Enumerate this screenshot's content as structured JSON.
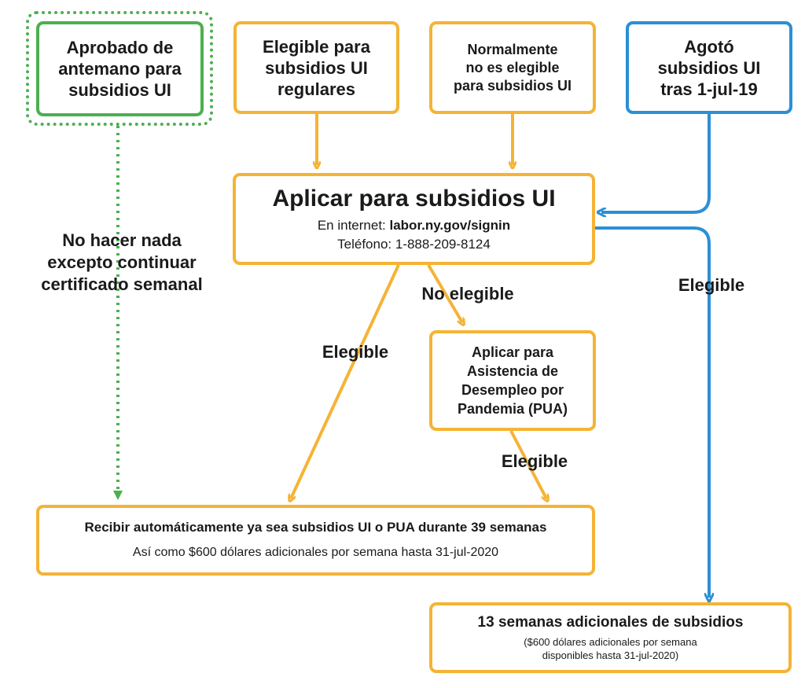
{
  "boxes": {
    "preapproved": "Aprobado de\nantemano para\nsubsidios UI",
    "eligible_regular": "Elegible para\nsubsidios UI\nregulares",
    "normally_not": "Normalmente\nno es elegible\npara subsidios UI",
    "exhausted": "Agotó\nsubsidios UI\ntras 1-jul-19",
    "apply": {
      "title": "Aplicar para subsidios UI",
      "internet_label": "En internet: ",
      "internet_value": "labor.ny.gov/signin",
      "phone": "Teléfono: 1-888-209-8124"
    },
    "pua": "Aplicar para\nAsistencia de\nDesempleo por\nPandemia (PUA)",
    "receive": {
      "title": "Recibir automáticamente ya sea subsidios UI o PUA durante 39 semanas",
      "subtitle": "Así como $600 dólares adicionales por semana hasta 31-jul-2020"
    },
    "extra": {
      "title": "13 semanas adicionales de subsidios",
      "subtitle": "($600 dólares adicionales por semana\ndisponibles hasta 31-jul-2020)"
    }
  },
  "labels": {
    "do_nothing": "No hacer nada\nexcepto continuar\ncertificado semanal",
    "eligible_left": "Elegible",
    "not_eligible": "No elegible",
    "eligible_pua": "Elegible",
    "eligible_right": "Elegible"
  },
  "colors": {
    "orange": "#f5b335",
    "blue": "#2b8fd6",
    "green": "#4caf50"
  }
}
